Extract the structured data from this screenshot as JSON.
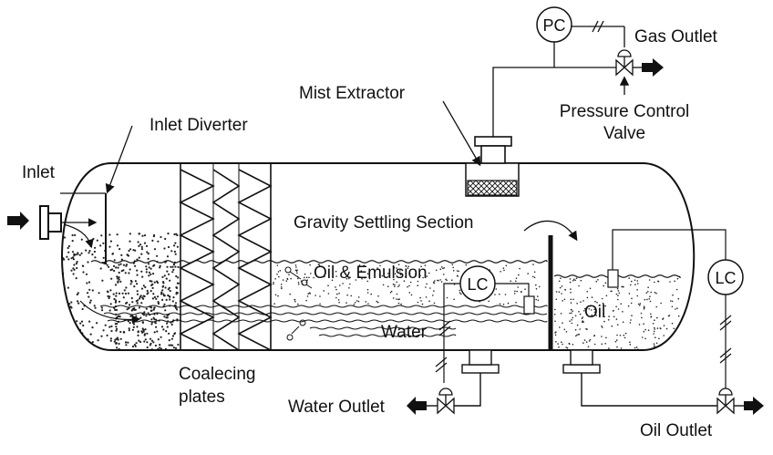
{
  "labels": {
    "inlet": "Inlet",
    "inlet_diverter": "Inlet Diverter",
    "mist_extractor": "Mist Extractor",
    "gas_outlet": "Gas Outlet",
    "pressure_control_line1": "Pressure Control",
    "pressure_control_line2": "Valve",
    "gravity_settling": "Gravity Settling Section",
    "oil_emulsion": "Oil & Emulsion",
    "water": "Water",
    "oil": "Oil",
    "coalescing_line1": "Coalecing",
    "coalescing_line2": "plates",
    "water_outlet": "Water Outlet",
    "oil_outlet": "Oil Outlet"
  },
  "instruments": {
    "pc": "PC",
    "lc_left": "LC",
    "lc_right": "LC"
  },
  "colors": {
    "line": "#111111",
    "background": "#ffffff"
  }
}
